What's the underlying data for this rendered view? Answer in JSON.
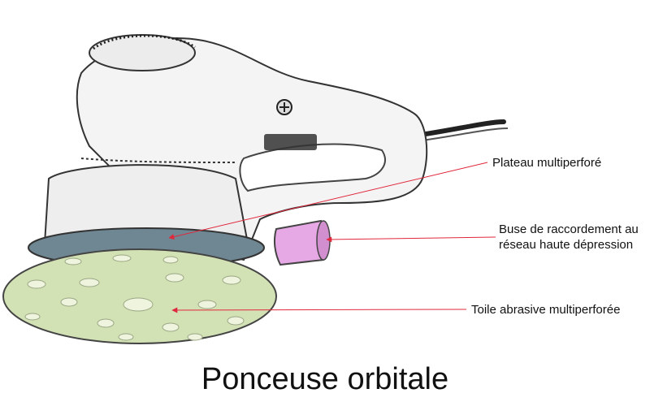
{
  "caption": "Ponceuse orbitale",
  "labels": {
    "plateau": "Plateau multiperforé",
    "buse_line1": "Buse de raccordement au",
    "buse_line2": "réseau haute dépression",
    "toile": "Toile abrasive multiperforée"
  },
  "colors": {
    "arrow": "#e0283c",
    "abrasive_disc": "#d3e2b5",
    "pad": "#6f8793",
    "nozzle": "#e7a8e6",
    "outline": "#333333"
  },
  "icons": {
    "sander": "orbital-sander-illustration"
  }
}
